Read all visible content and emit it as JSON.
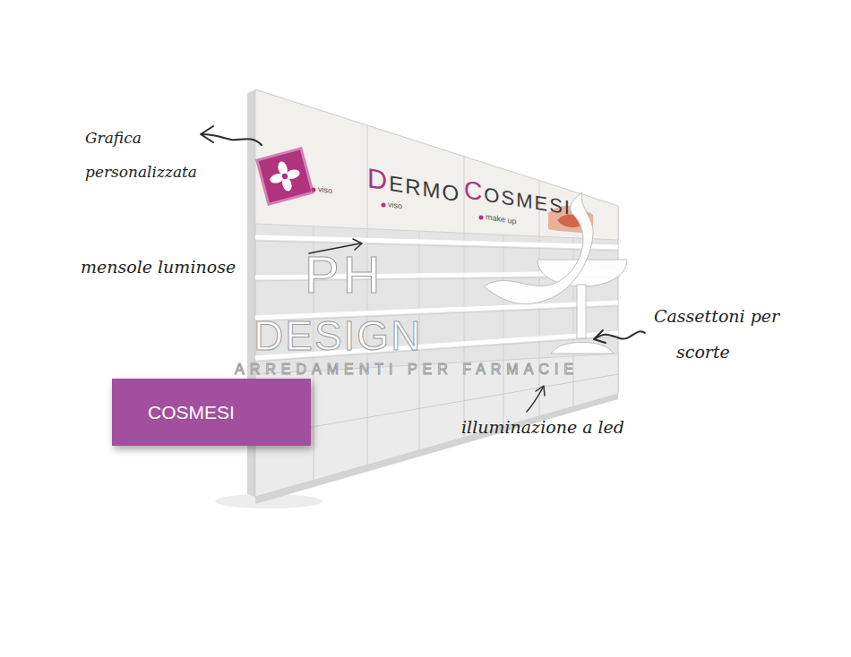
{
  "diagram": {
    "nodes": [
      {
        "text": [
          "COSMESI"
        ]
      }
    ],
    "labels": [
      "Grafica personalizzata",
      "mensole luminose",
      "Cassettoni per scorte",
      "illuminazione a led",
      "DERMO",
      "COSMESI",
      "viso",
      "viso",
      "make up",
      "PH",
      "DESIGN",
      "ARREDAMENTI PER FARMACIE"
    ]
  }
}
